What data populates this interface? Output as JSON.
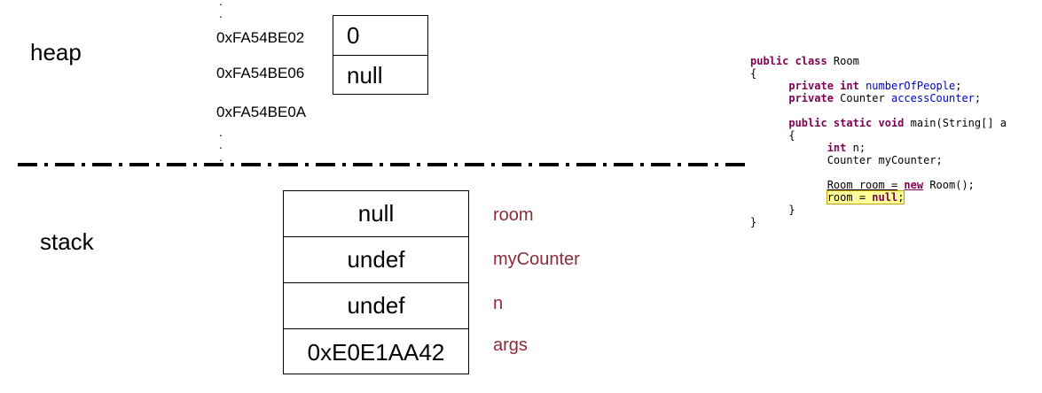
{
  "regions": {
    "heap": "heap",
    "stack": "stack"
  },
  "heap": {
    "addresses": [
      "0xFA54BE02",
      "0xFA54BE06",
      "0xFA54BE0A"
    ],
    "cells": [
      "0",
      "null"
    ]
  },
  "stack": {
    "cells": [
      "null",
      "undef",
      "undef",
      "0xE0E1AA42"
    ],
    "labels": [
      "room",
      "myCounter",
      "n",
      "args"
    ]
  },
  "code": {
    "line1_kw": "public class",
    "line1_rest": " Room",
    "line2": "{",
    "line3_kw": "private int",
    "line3_field": "numberOfPeople",
    "line3_end": ";",
    "line4_kw": "private",
    "line4_rest": " Counter ",
    "line4_field": "accessCounter",
    "line4_end": ";",
    "line6_kw": "public static void",
    "line6_rest": " main(String[] a",
    "line7": "{",
    "line8_kw": "int",
    "line8_rest": " n;",
    "line9": "Counter myCounter;",
    "line11_ul": "Room room =",
    "line11_kw": "new",
    "line11_rest": " Room();",
    "line12_a": "room = ",
    "line12_kw": "null",
    "line12_end": ";",
    "line13": "}",
    "line14": "}"
  },
  "colors": {
    "var_label": "#8b2b3a",
    "keyword": "#7f0055",
    "field": "#0000c0",
    "highlight": "#ffff99"
  }
}
